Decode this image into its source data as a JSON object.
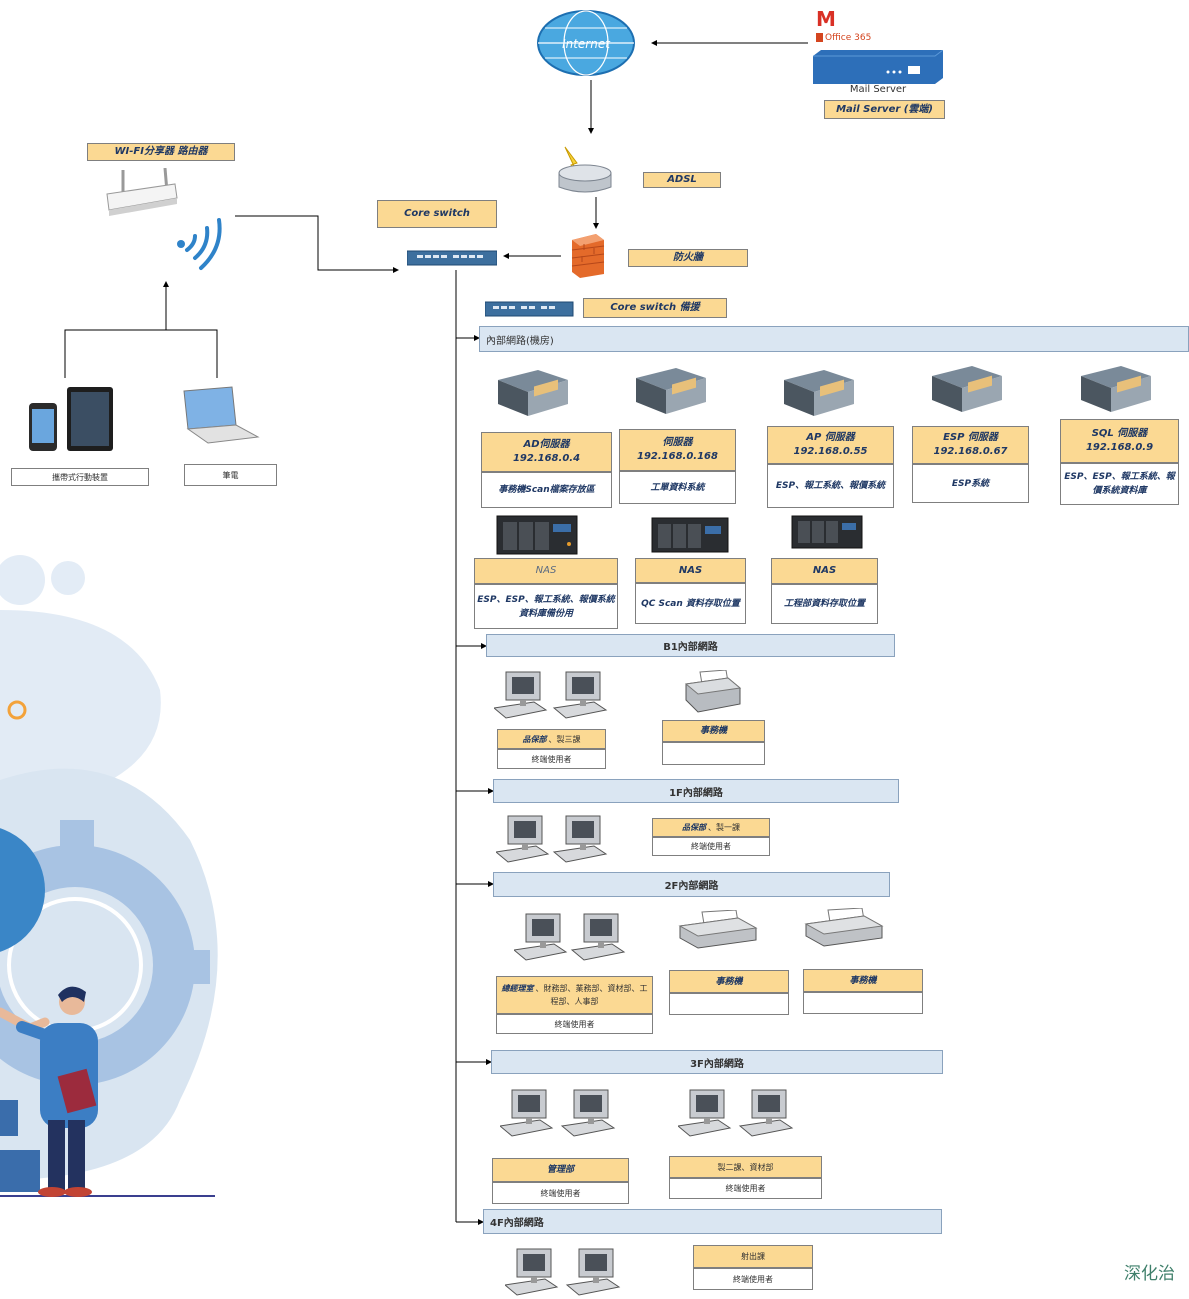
{
  "mail": {
    "gmail_glyph": "M",
    "office365": "Office 365",
    "server_text": "Mail Server",
    "label": "Mail Server (雲端)"
  },
  "internet": {
    "text": "Internet"
  },
  "adsl": {
    "label": "ADSL"
  },
  "firewall": {
    "label": "防火牆"
  },
  "core_switch": {
    "label": "Core switch"
  },
  "core_switch_backup": {
    "label": "Core switch 備援"
  },
  "wifi": {
    "label": "WI-FI分享器 路由器"
  },
  "mobile": {
    "label": "攜帶式行動裝置"
  },
  "notebook": {
    "label": "筆電"
  },
  "internal_room": {
    "label": "內部網路(機房)"
  },
  "servers": [
    {
      "title": "AD伺服器",
      "ip": "192.168.0.4",
      "desc": "事務機Scan檔案存放區"
    },
    {
      "title": "伺服器",
      "ip": "192.168.0.168",
      "desc": "工單資料系統"
    },
    {
      "title": "AP 伺服器",
      "ip": "192.168.0.55",
      "desc": "ESP、報工系統、報價系統"
    },
    {
      "title": "ESP 伺服器",
      "ip": "192.168.0.67",
      "desc": "ESP系統"
    },
    {
      "title": "SQL 伺服器",
      "ip": "192.168.0.9",
      "desc": "ESP、ESP、報工系統、報價系統資料庫"
    }
  ],
  "nas": [
    {
      "title": "NAS",
      "desc": "ESP、ESP、報工系統、報價系統資料庫備份用"
    },
    {
      "title": "NAS",
      "desc": "QC Scan 資料存取位置"
    },
    {
      "title": "NAS",
      "desc": "工程部資料存取位置"
    }
  ],
  "b1": {
    "label": "B1內部網路",
    "dept_bold": "品保部",
    "dept_rest": "、製三課",
    "users": "終端使用者",
    "printer_label": "事務機"
  },
  "f1": {
    "label": "1F內部網路",
    "dept_bold": "品保部",
    "dept_rest": "、製一課",
    "users": "終端使用者"
  },
  "f2": {
    "label": "2F內部網路",
    "dept_bold": "總經理室",
    "dept_rest": "、財務部、業務部、資材部、工程部、人事部",
    "users": "終端使用者",
    "printer1": "事務機",
    "printer2": "事務機"
  },
  "f3": {
    "label": "3F內部網路",
    "dept1_bold": "管理部",
    "users1": "終端使用者",
    "dept2": "製二課、資材部",
    "users2": "終端使用者"
  },
  "f4": {
    "label": "4F內部網路",
    "dept": "射出課",
    "users": "終端使用者"
  },
  "corner_text": "深化治",
  "colors": {
    "label_fill": "#fbd993",
    "bar_fill": "#dae6f2",
    "text_navy": "#1f3864",
    "blob_blue": "#d9e5f1",
    "accent_orange": "#f3a23a"
  }
}
